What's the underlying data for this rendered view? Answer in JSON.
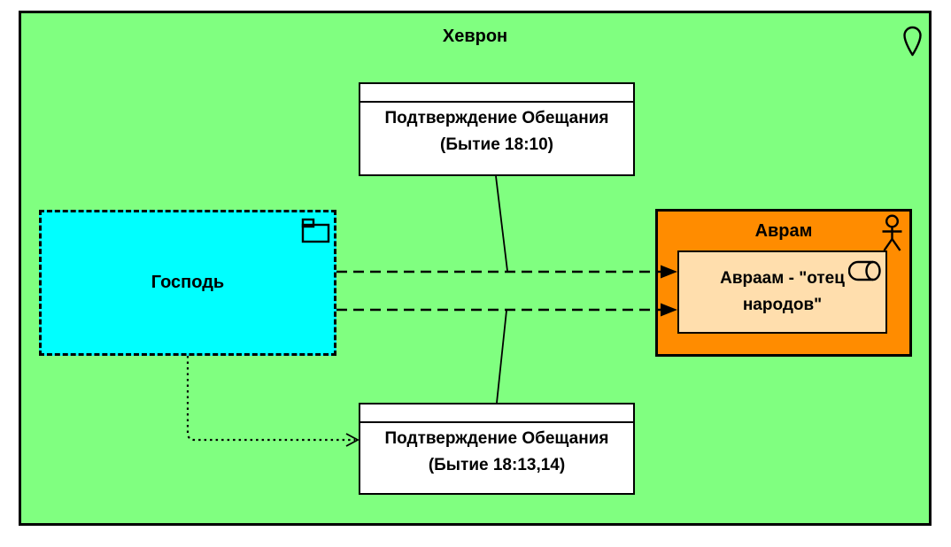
{
  "page": {
    "background": "#FFFFFF",
    "line_color": "#000000"
  },
  "diagram": {
    "location": {
      "title": "Хеврон",
      "icon": "location-pin-icon",
      "fill": "#80FF80"
    },
    "grouping": {
      "label": "Господь",
      "icon": "product-folder-icon",
      "fill": "#00FFFF"
    },
    "business_actor": {
      "title": "Аврам",
      "icon": "business-actor-icon",
      "fill": "#FF8C00"
    },
    "business_role": {
      "label_line1": "Авраам - \"отец",
      "label_line2": "народов\"",
      "icon": "business-role-icon",
      "fill": "#FFDEAD"
    },
    "notes": [
      {
        "line1": "Подтверждение Обещания",
        "line2": "(Бытие 18:10)"
      },
      {
        "line1": "Подтверждение Обещания",
        "line2": "(Бытие 18:13,14)"
      }
    ]
  }
}
